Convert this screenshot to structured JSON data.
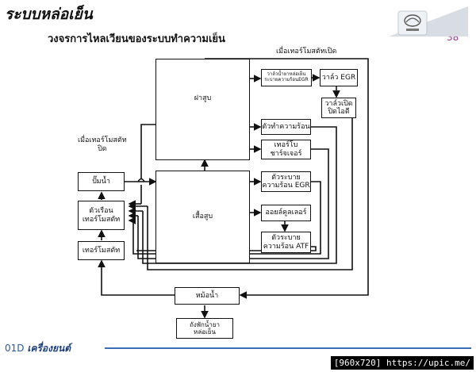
{
  "header": {
    "title": "ระบบหล่อเย็น",
    "subtitle": "วงจรการไหลเวียนของระบบทำความเย็น",
    "page_number": "38"
  },
  "footer": {
    "code": "01D",
    "section": "เครื่องยนต์",
    "watermark": "[960x720] https://upic.me/"
  },
  "diagram": {
    "label_thermostat_open": "เมื่อเทอร์โมสตัทเปิด",
    "label_thermostat_closed": "เมื่อเทอร์โมสตัท\nปิด",
    "boxes": {
      "cylinder_head": "ฝาสูบ",
      "cylinder_block": "เสื้อสูบ",
      "egr_cooler_water_valve": "วาล์วน้ำยาหล่อเย็น\nระบายความร้อนEGR",
      "egr_valve": "วาล์ว EGR",
      "open_close_valve": "วาล์วเปิด\nปิดไอดี",
      "heater": "ตัวทำความร้อน",
      "turbocharger": "เทอร์โบ\nชาร์จเจอร์",
      "egr_cooler": "ตัวระบาย\nความร้อน EGR",
      "oil_cooler": "ออยล์คูลเลอร์",
      "atf_cooler": "ตัวระบาย\nความร้อน ATF",
      "water_pump": "ปั๊มน้ำ",
      "thermostat_housing": "ตัวเรือน\nเทอร์โมสตัท",
      "thermostat": "เทอร์โมสตัท",
      "radiator": "หม้อน้ำ",
      "coolant_reservoir": "ถังพักน้ำยา\nหล่อเย็น"
    }
  }
}
